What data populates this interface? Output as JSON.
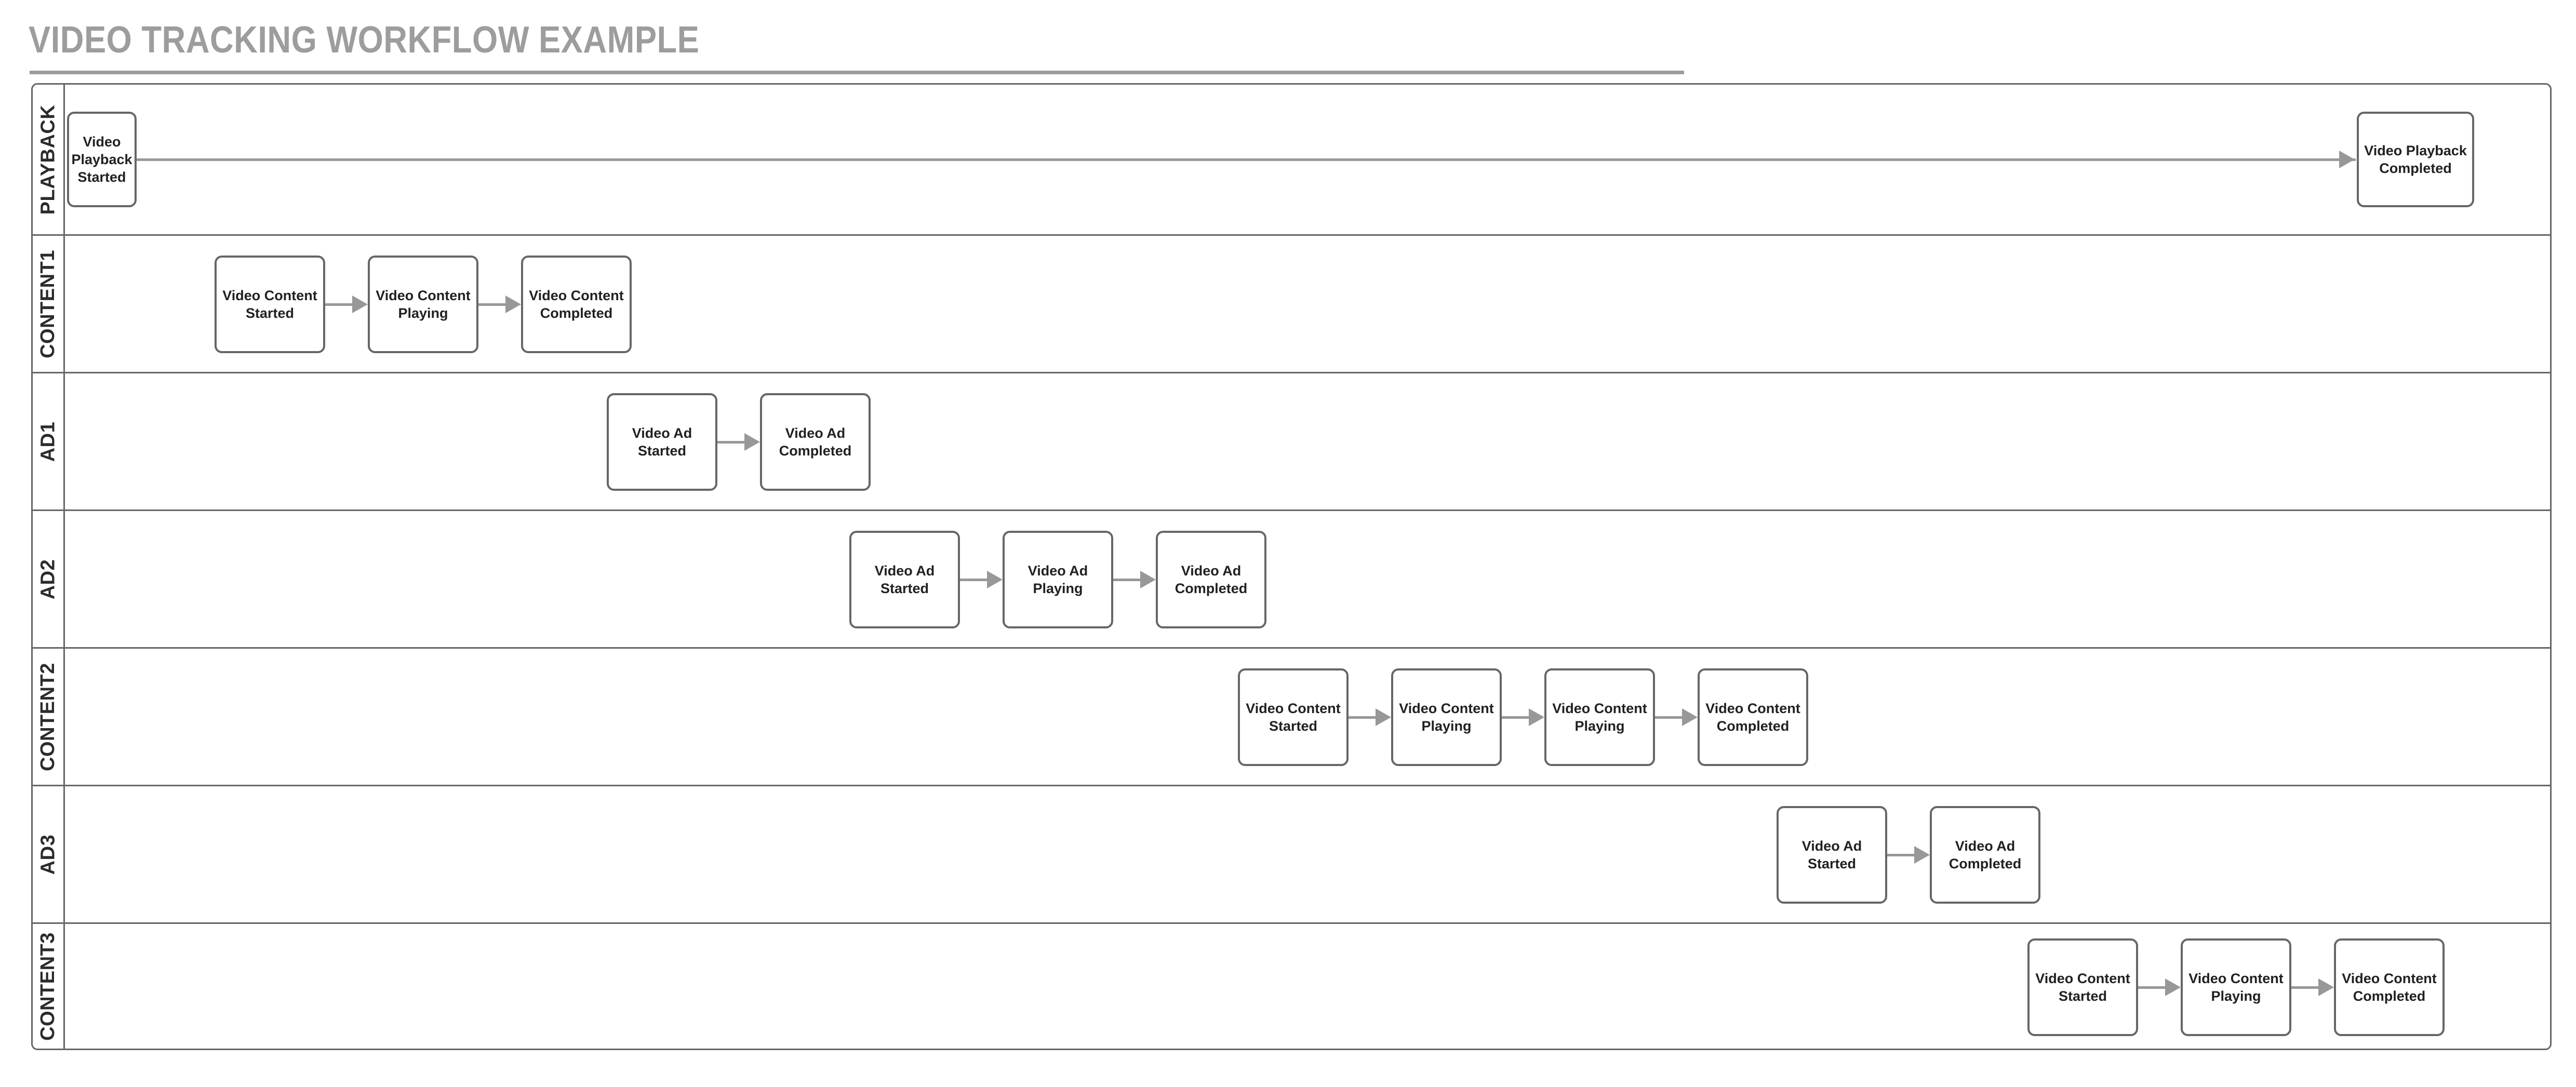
{
  "page": {
    "title": "VIDEO TRACKING WORKFLOW EXAMPLE"
  },
  "diagram": {
    "type": "swimlane-flowchart",
    "lanes": [
      {
        "id": "playback",
        "label": "PLAYBACK",
        "nodes": [
          {
            "id": "pb-1",
            "label": "Video Playback Started"
          },
          {
            "id": "pb-2",
            "label": "Video Playback Completed"
          }
        ],
        "edges": [
          {
            "from": "pb-1",
            "to": "pb-2"
          }
        ]
      },
      {
        "id": "content1",
        "label": "CONTENT1",
        "nodes": [
          {
            "id": "c1-1",
            "label": "Video Content Started"
          },
          {
            "id": "c1-2",
            "label": "Video Content Playing"
          },
          {
            "id": "c1-3",
            "label": "Video Content Completed"
          }
        ],
        "edges": [
          {
            "from": "c1-1",
            "to": "c1-2"
          },
          {
            "from": "c1-2",
            "to": "c1-3"
          }
        ]
      },
      {
        "id": "ad1",
        "label": "AD1",
        "nodes": [
          {
            "id": "a1-1",
            "label": "Video Ad Started"
          },
          {
            "id": "a1-2",
            "label": "Video Ad Completed"
          }
        ],
        "edges": [
          {
            "from": "a1-1",
            "to": "a1-2"
          }
        ]
      },
      {
        "id": "ad2",
        "label": "AD2",
        "nodes": [
          {
            "id": "a2-1",
            "label": "Video Ad Started"
          },
          {
            "id": "a2-2",
            "label": "Video Ad Playing"
          },
          {
            "id": "a2-3",
            "label": "Video Ad Completed"
          }
        ],
        "edges": [
          {
            "from": "a2-1",
            "to": "a2-2"
          },
          {
            "from": "a2-2",
            "to": "a2-3"
          }
        ]
      },
      {
        "id": "content2",
        "label": "CONTENT2",
        "nodes": [
          {
            "id": "c2-1",
            "label": "Video Content Started"
          },
          {
            "id": "c2-2",
            "label": "Video Content Playing"
          },
          {
            "id": "c2-3",
            "label": "Video Content Playing"
          },
          {
            "id": "c2-4",
            "label": "Video Content Completed"
          }
        ],
        "edges": [
          {
            "from": "c2-1",
            "to": "c2-2"
          },
          {
            "from": "c2-2",
            "to": "c2-3"
          },
          {
            "from": "c2-3",
            "to": "c2-4"
          }
        ]
      },
      {
        "id": "ad3",
        "label": "AD3",
        "nodes": [
          {
            "id": "a3-1",
            "label": "Video Ad Started"
          },
          {
            "id": "a3-2",
            "label": "Video Ad Completed"
          }
        ],
        "edges": [
          {
            "from": "a3-1",
            "to": "a3-2"
          }
        ]
      },
      {
        "id": "content3",
        "label": "CONTENT3",
        "nodes": [
          {
            "id": "c3-1",
            "label": "Video Content Started"
          },
          {
            "id": "c3-2",
            "label": "Video Content Playing"
          },
          {
            "id": "c3-3",
            "label": "Video Content Completed"
          }
        ],
        "edges": [
          {
            "from": "c3-1",
            "to": "c3-2"
          },
          {
            "from": "c3-2",
            "to": "c3-3"
          }
        ]
      }
    ]
  },
  "colors": {
    "title": "#9d9d9d",
    "frame_border": "#666666",
    "node_border": "#666666",
    "node_text": "#212121",
    "connector": "#989898",
    "background": "#ffffff"
  }
}
